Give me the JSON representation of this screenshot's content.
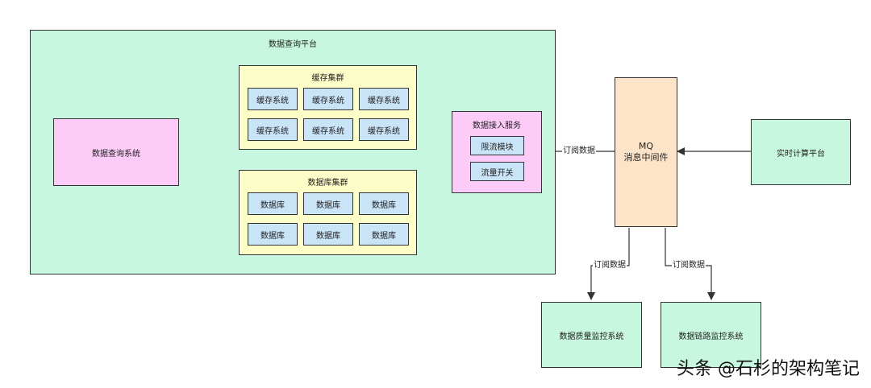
{
  "platform": {
    "title": "数据查询平台"
  },
  "cache_cluster": {
    "title": "缓存集群",
    "cells": [
      "缓存系统",
      "缓存系统",
      "缓存系统",
      "缓存系统",
      "缓存系统",
      "缓存系统"
    ]
  },
  "db_cluster": {
    "title": "数据库集群",
    "cells": [
      "数据库",
      "数据库",
      "数据库",
      "数据库",
      "数据库",
      "数据库"
    ]
  },
  "query_system": {
    "label": "数据查询系统"
  },
  "ingest_service": {
    "title": "数据接入服务",
    "rate_limit": "限流模块",
    "traffic_switch": "流量开关"
  },
  "mq": {
    "line1": "MQ",
    "line2": "消息中间件"
  },
  "realtime": {
    "label": "实时计算平台"
  },
  "quality_monitor": {
    "label": "数据质量监控系统"
  },
  "lineage_monitor": {
    "label": "数据链路监控系统"
  },
  "edges": {
    "mq_to_ingest": "订阅数据",
    "mq_to_quality": "订阅数据",
    "mq_to_lineage": "订阅数据"
  },
  "watermark": "头条 @石杉的架构笔记"
}
